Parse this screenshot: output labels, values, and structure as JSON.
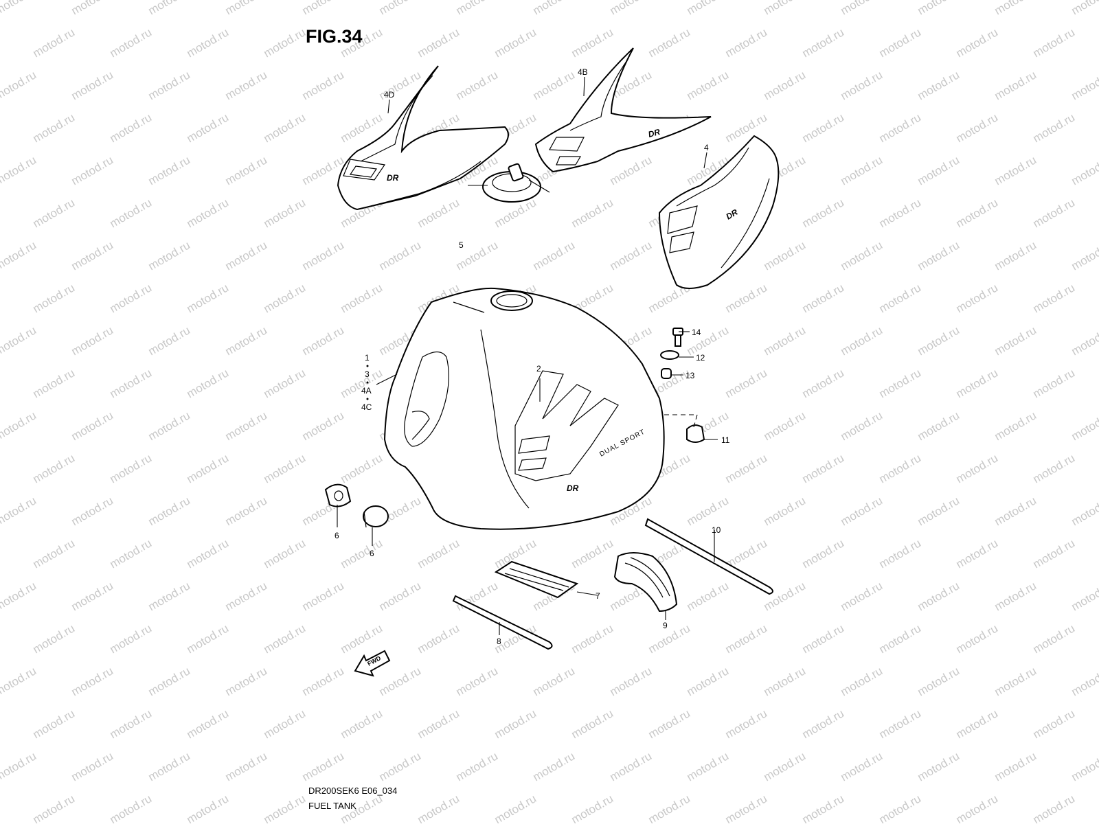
{
  "figure": {
    "title": "FIG.34",
    "code": "DR200SEK6 E06_034",
    "name": "FUEL TANK"
  },
  "watermark": "motod.ru",
  "callouts": {
    "p1": "1",
    "p2": "2",
    "p3": "3",
    "p4": "4",
    "p4a": "4A",
    "p4b": "4B",
    "p4c": "4C",
    "p4d": "4D",
    "p5": "5",
    "p6a": "6",
    "p6b": "6",
    "p7": "7",
    "p8": "8",
    "p9": "9",
    "p10": "10",
    "p11": "11",
    "p12": "12",
    "p13": "13",
    "p14": "14"
  },
  "decal_text": {
    "dr": "DR",
    "dual_sport": "DUAL SPORT",
    "fwd": "FWD"
  }
}
